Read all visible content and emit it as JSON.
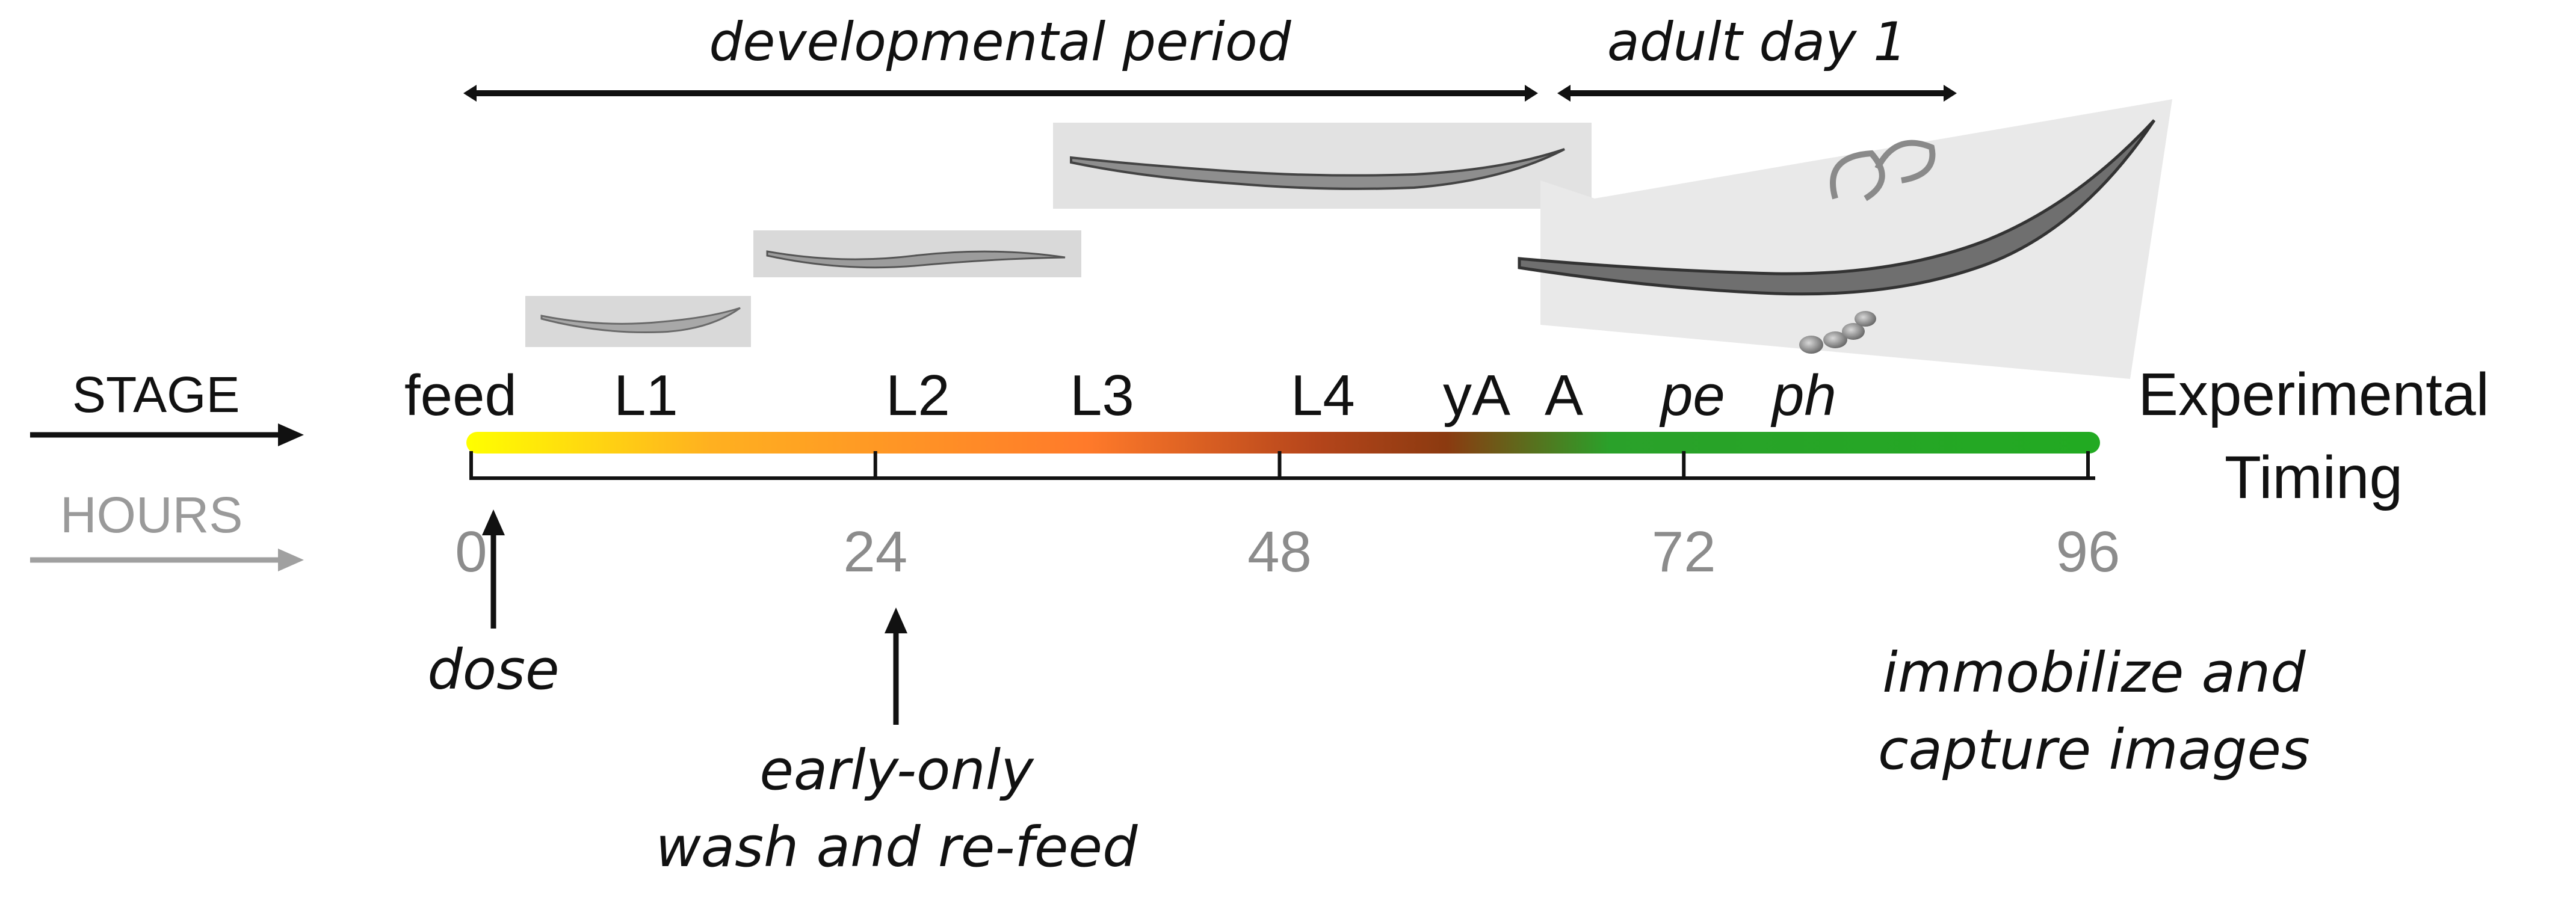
{
  "title_right": {
    "line1": "Experimental",
    "line2": "Timing"
  },
  "periods": {
    "developmental": "developmental period",
    "adult": "adult day 1"
  },
  "rows": {
    "stage": {
      "label": "STAGE",
      "color": "#111111"
    },
    "hours": {
      "label": "HOURS",
      "color": "#9a9a9a"
    }
  },
  "stages": [
    {
      "id": "feed",
      "label": "feed",
      "italic": false
    },
    {
      "id": "l1",
      "label": "L1",
      "italic": false
    },
    {
      "id": "l2",
      "label": "L2",
      "italic": false
    },
    {
      "id": "l3",
      "label": "L3",
      "italic": false
    },
    {
      "id": "l4",
      "label": "L4",
      "italic": false
    },
    {
      "id": "ya",
      "label": "yA",
      "italic": false
    },
    {
      "id": "a",
      "label": "A",
      "italic": false
    },
    {
      "id": "pe",
      "label": "pe",
      "italic": true
    },
    {
      "id": "ph",
      "label": "ph",
      "italic": true
    }
  ],
  "hours": [
    0,
    24,
    48,
    72,
    96
  ],
  "hour_labels": [
    "0",
    "24",
    "48",
    "72",
    "96"
  ],
  "annotations": {
    "dose": "dose",
    "early_line1": "early-only",
    "early_line2": "wash and re-feed",
    "capture_line1": "immobilize and",
    "capture_line2": "capture images"
  },
  "gradient_colors": [
    "#ffff00",
    "#ffb020",
    "#ff7a2a",
    "#b5451b",
    "#8b3a10",
    "#2aa12a",
    "#22aa22"
  ],
  "gradient_stops": [
    0,
    0.15,
    0.38,
    0.52,
    0.6,
    0.7,
    1
  ]
}
